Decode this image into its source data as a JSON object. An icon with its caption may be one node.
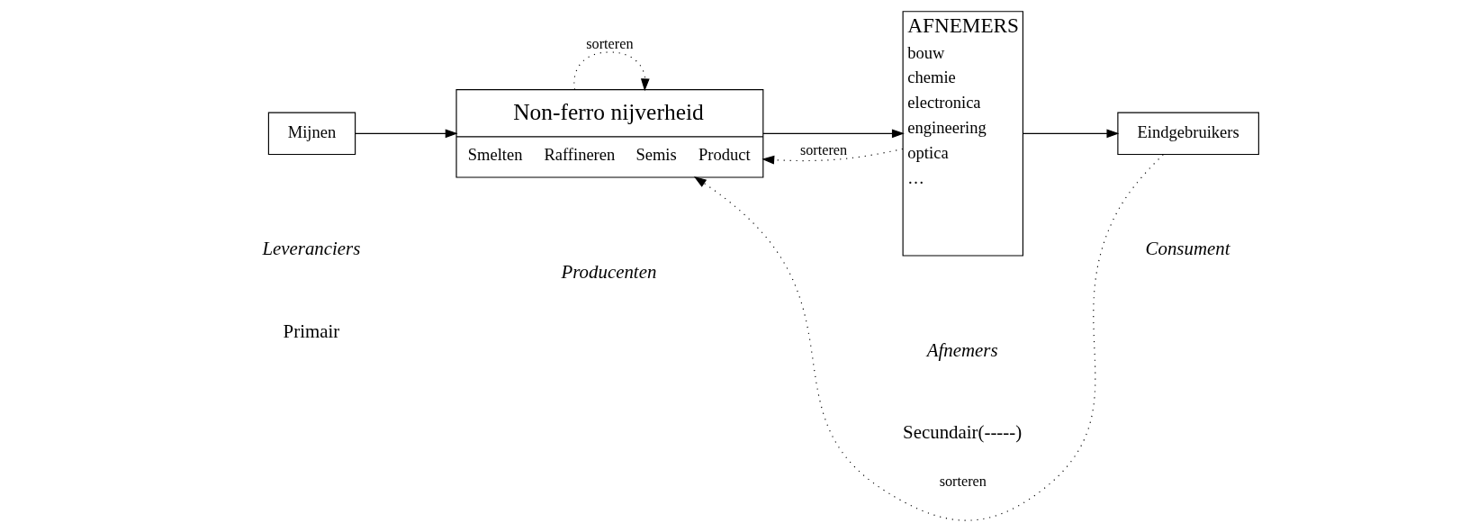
{
  "diagram": {
    "nodes": [
      {
        "text": [
          "Mijnen"
        ]
      },
      {
        "text": [
          "Non-ferro nijverheid",
          "Smelten",
          "Raffineren",
          "Semis",
          "Product"
        ]
      },
      {
        "text": [
          "AFNEMERS",
          "bouw",
          "chemie",
          "electronica",
          "engineering",
          "optica",
          "…"
        ]
      },
      {
        "text": [
          "Eindgebruikers"
        ]
      }
    ],
    "edges": [
      {
        "from": 0,
        "to": 1,
        "arrow": "to"
      },
      {
        "from": 1,
        "to": 2,
        "arrow": "to"
      },
      {
        "from": 2,
        "to": 3,
        "arrow": "to"
      },
      {
        "from": 1,
        "to": 1,
        "arrow": "to",
        "style": "dashed",
        "label": "sorteren"
      },
      {
        "from": 2,
        "to": 1,
        "arrow": "to",
        "style": "dashed",
        "label": "sorteren"
      },
      {
        "from": 3,
        "to": 1,
        "arrow": "to",
        "style": "dashed",
        "label": "sorteren"
      }
    ],
    "labels": [
      "Primair",
      "Secundair(-----)",
      "Leveranciers",
      "Producenten",
      "Afnemers",
      "Consument"
    ]
  }
}
